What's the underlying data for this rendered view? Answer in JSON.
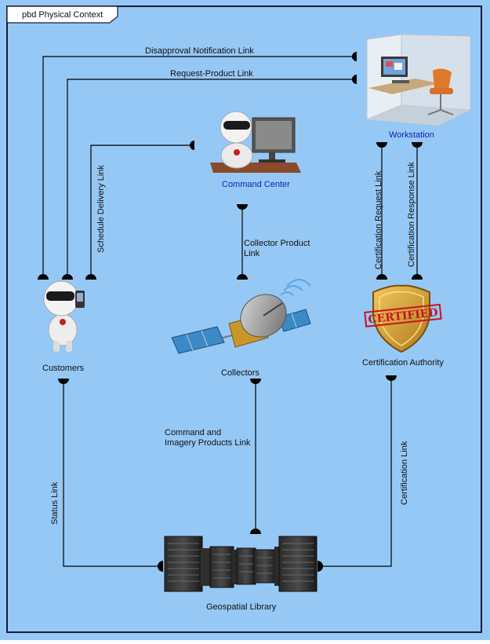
{
  "diagram": {
    "frame_title": "pbd Physical Context",
    "colors": {
      "background": "#96c8f5",
      "frame_border": "#1a1a3a",
      "connector": "#000000",
      "blue_label": "#0a1fb8"
    },
    "nodes": {
      "workstation": "Workstation",
      "command_center": "Command Center",
      "customers": "Customers",
      "collectors": "Collectors",
      "certification_authority": "Certification Authority",
      "geospatial_library": "Geospatial Library"
    },
    "links": {
      "disapproval": "Disapproval Notification Link",
      "request_product": "Request-Product Link",
      "schedule_delivery": "Schedule Delivery Link",
      "collector_product_line1": "Collector Product",
      "collector_product_line2": "Link",
      "certification_request": "Certification Request Link",
      "certification_response": "Certification Response Link",
      "command_imagery_line1": "Command and",
      "command_imagery_line2": "Imagery Products Link",
      "status": "Status Link",
      "certification": "Certification Link"
    },
    "badge_text": "CERTIFIED"
  }
}
